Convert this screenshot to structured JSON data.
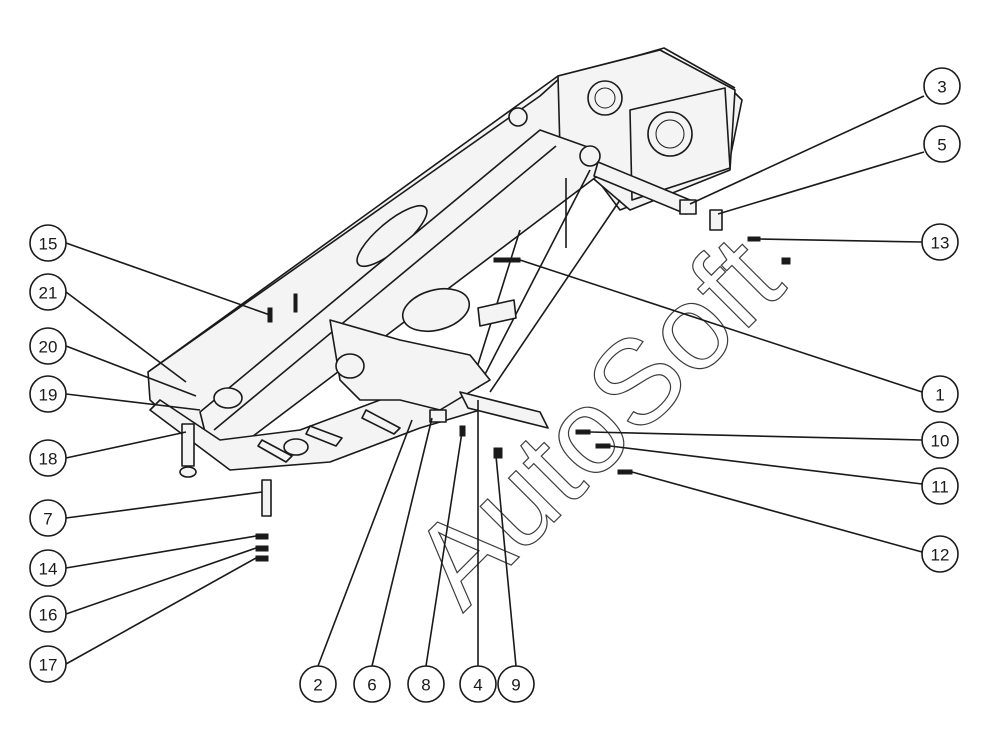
{
  "watermark": "AutoSoft",
  "callouts": [
    {
      "label": "15"
    },
    {
      "label": "21"
    },
    {
      "label": "20"
    },
    {
      "label": "19"
    },
    {
      "label": "18"
    },
    {
      "label": "7"
    },
    {
      "label": "14"
    },
    {
      "label": "16"
    },
    {
      "label": "17"
    },
    {
      "label": "2"
    },
    {
      "label": "6"
    },
    {
      "label": "8"
    },
    {
      "label": "4"
    },
    {
      "label": "9"
    },
    {
      "label": "3"
    },
    {
      "label": "5"
    },
    {
      "label": "13"
    },
    {
      "label": "1"
    },
    {
      "label": "10"
    },
    {
      "label": "11"
    },
    {
      "label": "12"
    }
  ],
  "colors": {
    "ink": "#1a1a1a",
    "background": "#ffffff"
  }
}
